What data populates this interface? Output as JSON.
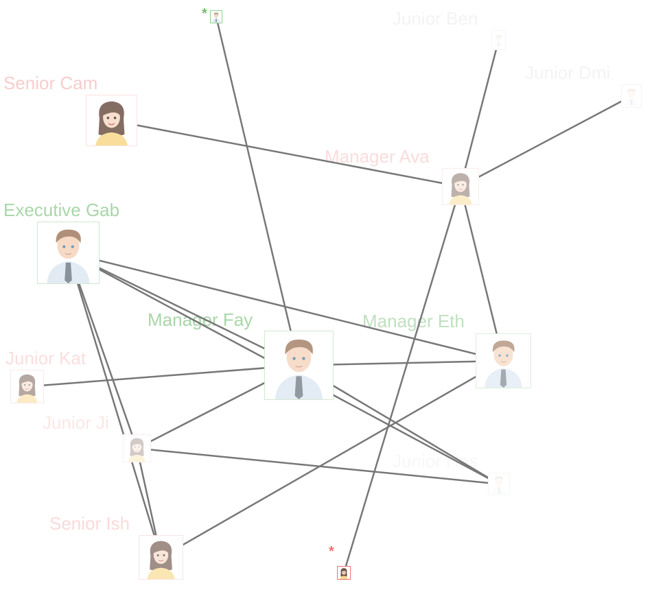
{
  "colors": {
    "edge": "#777777",
    "female": "#f9d2d2",
    "male": "#b4dcb4",
    "faint": "#f4f4f4"
  },
  "nodes": [
    {
      "id": "star_green",
      "label": "",
      "marker": "*",
      "gender": "male",
      "marker_color": "#6fbf6f",
      "border": "#8fd08f",
      "opacity": 0.9
    },
    {
      "id": "ben",
      "label": "Junior Ben",
      "gender": "male",
      "label_color": "#f3f3f3",
      "border": "#f6f6f6",
      "opacity": 0.12
    },
    {
      "id": "dmi",
      "label": "Junior Dmi",
      "gender": "male",
      "label_color": "#f3f3f3",
      "border": "#f6f6f6",
      "opacity": 0.12
    },
    {
      "id": "cam",
      "label": "Senior Cam",
      "gender": "female",
      "label_color": "#f8cccc",
      "border": "#fbe0e0",
      "opacity": 0.85
    },
    {
      "id": "ava",
      "label": "Manager Ava",
      "gender": "female",
      "label_color": "#fbdcdc",
      "border": "#fcecec",
      "opacity": 0.45
    },
    {
      "id": "gab",
      "label": "Executive Gab",
      "gender": "male",
      "label_color": "#a9d6a9",
      "border": "#cfe8cf",
      "opacity": 0.9
    },
    {
      "id": "fay",
      "label": "Manager Fay",
      "gender": "male",
      "label_color": "#a9d6a9",
      "border": "#cfe8cf",
      "opacity": 0.85
    },
    {
      "id": "eth",
      "label": "Manager Eth",
      "gender": "male",
      "label_color": "#bfe0bf",
      "border": "#d9eed9",
      "opacity": 0.7
    },
    {
      "id": "kat",
      "label": "Junior Kat",
      "gender": "female",
      "label_color": "#fbdede",
      "border": "#fce8e8",
      "opacity": 0.5
    },
    {
      "id": "ji",
      "label": "Junior Ji",
      "gender": "female",
      "label_color": "#fde6e6",
      "border": "#fcf0f0",
      "opacity": 0.3
    },
    {
      "id": "has",
      "label": "Junior Has",
      "gender": "male",
      "label_color": "#f5f8f5",
      "border": "#f6f6f6",
      "opacity": 0.1
    },
    {
      "id": "ish",
      "label": "Senior Ish",
      "gender": "female",
      "label_color": "#fadada",
      "border": "#fbe3e3",
      "opacity": 0.65
    },
    {
      "id": "star_red",
      "label": "",
      "marker": "*",
      "gender": "female",
      "marker_color": "#f07070",
      "border": "#f07070",
      "opacity": 1
    }
  ],
  "edges": [
    [
      "star_green",
      "fay"
    ],
    [
      "cam",
      "ava"
    ],
    [
      "ben",
      "ava"
    ],
    [
      "dmi",
      "ava"
    ],
    [
      "ava",
      "eth"
    ],
    [
      "ava",
      "star_red"
    ],
    [
      "gab",
      "eth"
    ],
    [
      "gab",
      "fay"
    ],
    [
      "gab",
      "has"
    ],
    [
      "gab",
      "ish"
    ],
    [
      "gab",
      "ji"
    ],
    [
      "fay",
      "kat"
    ],
    [
      "fay",
      "eth"
    ],
    [
      "fay",
      "ji"
    ],
    [
      "fay",
      "has"
    ],
    [
      "ji",
      "has"
    ],
    [
      "ji",
      "ish"
    ],
    [
      "eth",
      "ish"
    ]
  ]
}
